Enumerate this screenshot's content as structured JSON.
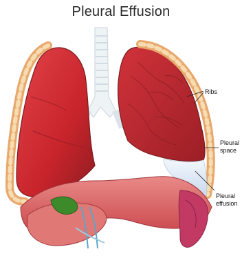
{
  "title": "Pleural Effusion",
  "labels": {
    "ribs": "Ribs",
    "pleural_space_line1": "Pleural",
    "pleural_space_line2": "space",
    "pleural_effusion_line1": "Pleural",
    "pleural_effusion_line2": "effusion"
  },
  "colors": {
    "lung_red": "#c8242b",
    "lung_dark": "#8e1d22",
    "rib_tan": "#f3cf9a",
    "effusion_blue": "#dde8f5",
    "trachea": "#eaf0f4",
    "liver": "#c9454a",
    "gallbladder": "#3d8a2a"
  }
}
